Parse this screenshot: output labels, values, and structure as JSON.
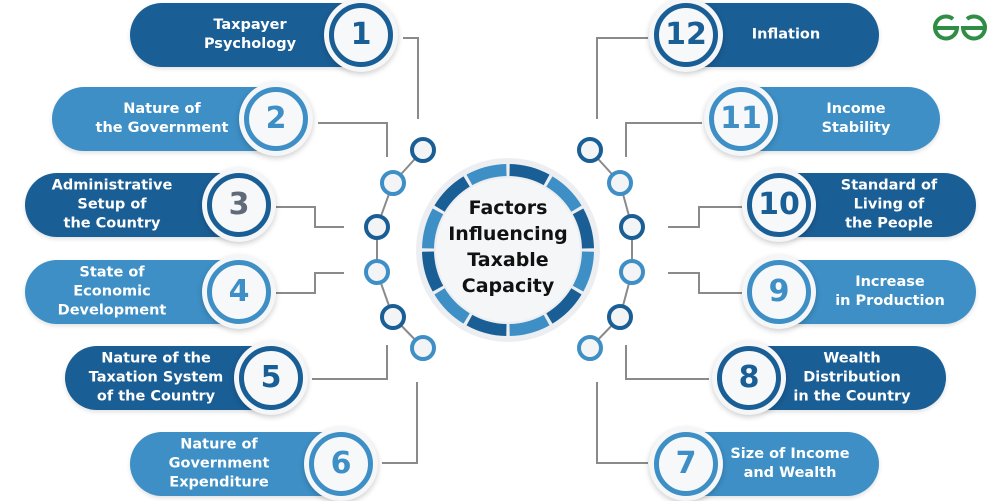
{
  "title": "Factors Influencing Taxable Capacity",
  "title_lines": [
    "Factors",
    "Influencing",
    "Taxable",
    "Capacity"
  ],
  "colors": {
    "dark_blue": "#1a5e96",
    "light_blue": "#3d8fc6",
    "logo_green": "#2f8d46",
    "connector_gray": "#8a8a8a"
  },
  "logo": {
    "name": "geeksforgeeks-logo",
    "text": "GG"
  },
  "factors": [
    {
      "num": "1",
      "label": "Taxpayer Psychology",
      "lines": [
        "Taxpayer",
        "Psychology"
      ]
    },
    {
      "num": "2",
      "label": "Nature of the Government",
      "lines": [
        "Nature of",
        "the Government"
      ]
    },
    {
      "num": "3",
      "label": "Administrative Setup of the Country",
      "lines": [
        "Administrative",
        "Setup of",
        "the Country"
      ]
    },
    {
      "num": "4",
      "label": "State of Economic Development",
      "lines": [
        "State of",
        "Economic",
        "Development"
      ]
    },
    {
      "num": "5",
      "label": "Nature of the Taxation System of the Country",
      "lines": [
        "Nature of the",
        "Taxation System",
        "of the Country"
      ]
    },
    {
      "num": "6",
      "label": "Nature of Government Expenditure",
      "lines": [
        "Nature of",
        "Government",
        "Expenditure"
      ]
    },
    {
      "num": "7",
      "label": "Size of Income and Wealth",
      "lines": [
        "Size of Income",
        "and Wealth"
      ]
    },
    {
      "num": "8",
      "label": "Wealth Distribution in the Country",
      "lines": [
        "Wealth",
        "Distribution",
        "in the Country"
      ]
    },
    {
      "num": "9",
      "label": "Increase in Production",
      "lines": [
        "Increase",
        "in Production"
      ]
    },
    {
      "num": "10",
      "label": "Standard of Living of the People",
      "lines": [
        "Standard of",
        "Living of",
        "the People"
      ]
    },
    {
      "num": "11",
      "label": "Income Stability",
      "lines": [
        "Income",
        "Stability"
      ]
    },
    {
      "num": "12",
      "label": "Inflation",
      "lines": [
        "Inflation"
      ]
    }
  ]
}
